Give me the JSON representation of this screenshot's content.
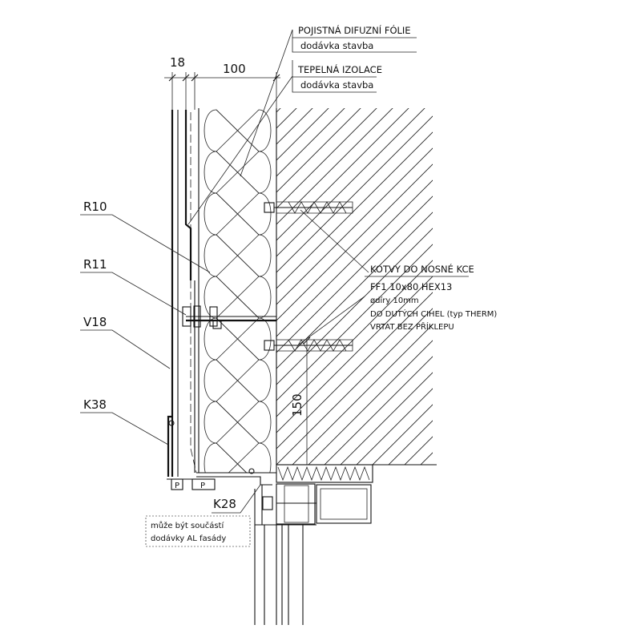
{
  "notes": {
    "foil": {
      "title": "POJISTNÁ DIFUZNÍ FÓLIE",
      "sub": "dodávka stavba"
    },
    "insulation": {
      "title": "TEPELNÁ IZOLACE",
      "sub": "dodávka stavba"
    },
    "anchors": {
      "title": "KOTVY DO NOSNÉ KCE",
      "line1": "FF1  10x80  HEX13",
      "line2": "ødíry 10mm",
      "line3": "DO DUTÝCH CIHEL (typ THERM)",
      "line4": "VRTAT BEZ PŘÍKLEPU"
    },
    "k28_note": {
      "line1": "může být součástí",
      "line2": "dodávky AL fasády"
    }
  },
  "profiles": {
    "r10": "R10",
    "r11": "R11",
    "v18": "V18",
    "k38": "K38",
    "k28": "K28",
    "p_left": "P",
    "p_right": "P"
  },
  "dimensions": {
    "panel": "18",
    "insulation": "100",
    "anchor_spacing": "150"
  }
}
